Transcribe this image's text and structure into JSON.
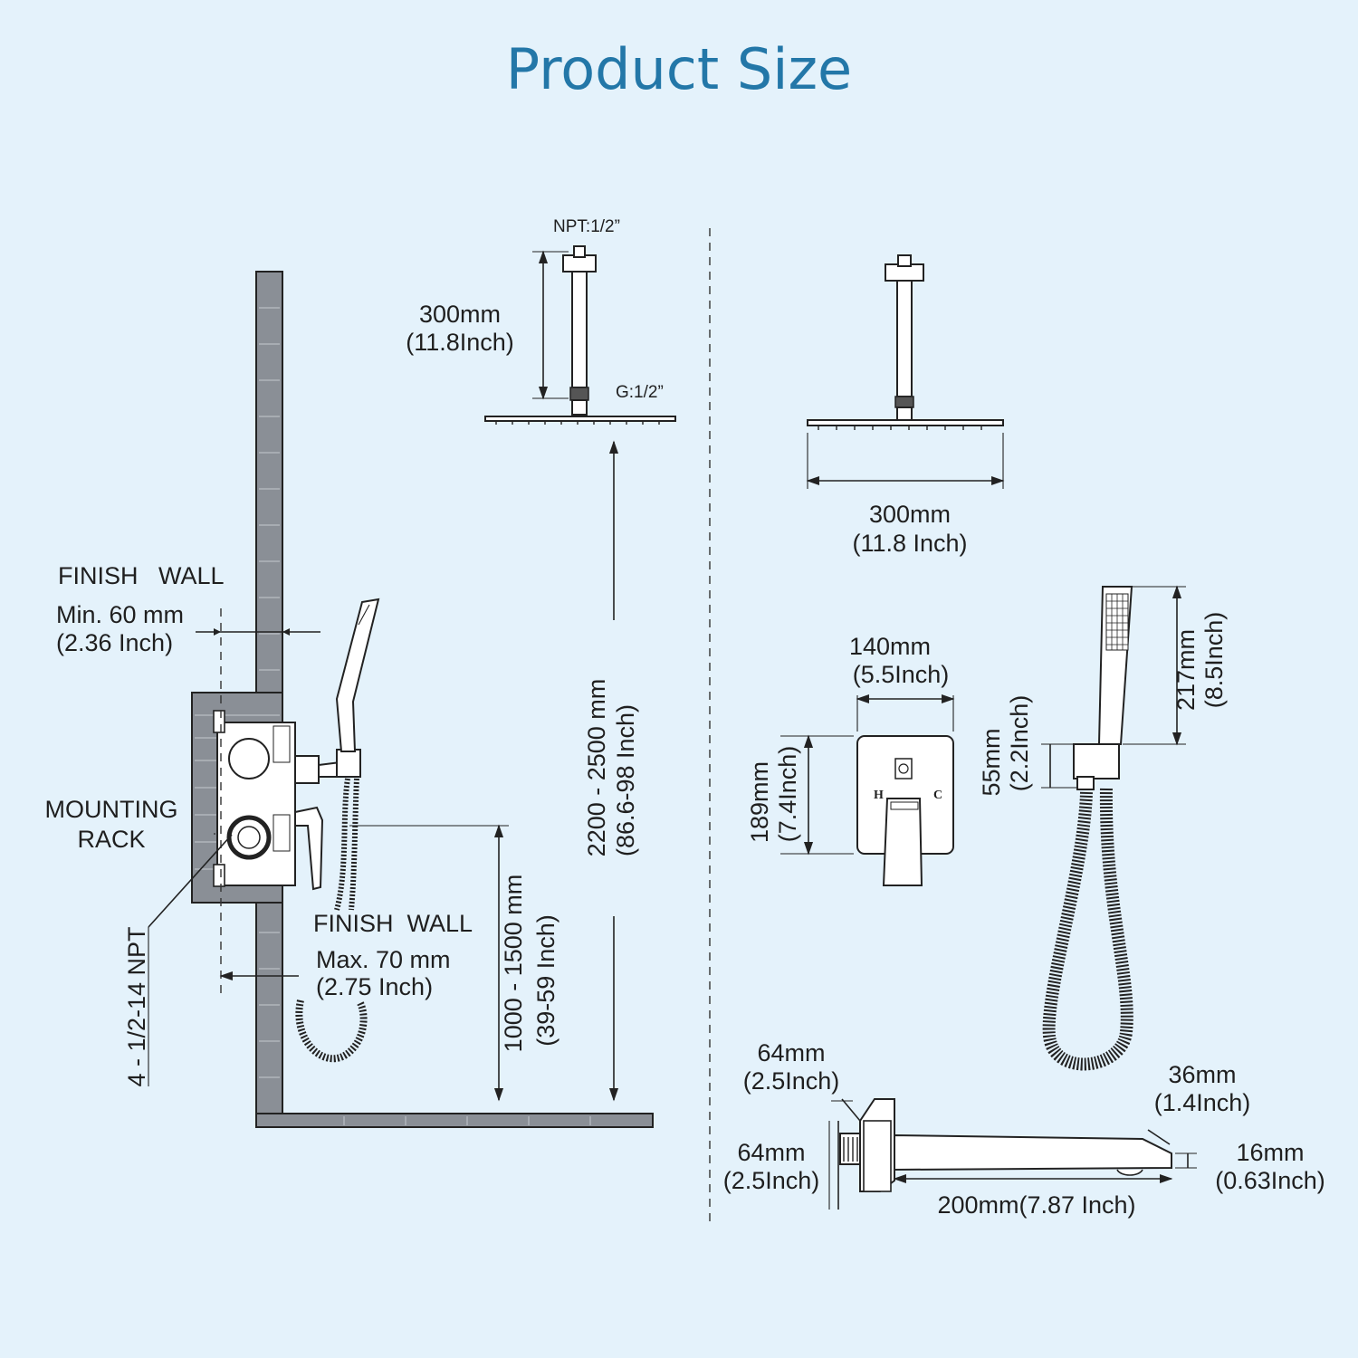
{
  "title": "Product Size",
  "colors": {
    "background": "#e4f2fb",
    "title": "#2377a8",
    "wall_fill": "#8a8f96",
    "line": "#222222"
  },
  "left_view": {
    "npt_top": "NPT:1/2”",
    "arm_length_mm": "300mm",
    "arm_length_in": "(11.8Inch)",
    "g_thread": "G:1/2”",
    "finish_wall_top": "FINISH   WALL",
    "min_mm": "Min. 60 mm",
    "min_in": "(2.36 Inch)",
    "mounting_rack_1": "MOUNTING",
    "mounting_rack_2": "RACK",
    "npt_side": "4 - 1/2-14 NPT",
    "finish_wall_bottom": "FINISH  WALL",
    "max_mm": "Max. 70 mm",
    "max_in": "(2.75 Inch)",
    "height_head_mm": "2200 - 2500 mm",
    "height_head_in": "(86.6-98 Inch)",
    "height_valve_mm": "1000 - 1500 mm",
    "height_valve_in": "(39-59 Inch)"
  },
  "right_view": {
    "head_width_mm": "300mm",
    "head_width_in": "(11.8 Inch)",
    "plate_width_mm": "140mm",
    "plate_width_in": "(5.5Inch)",
    "plate_height_mm": "189mm",
    "plate_height_in": "(7.4Inch)",
    "hot_label": "H",
    "cold_label": "C",
    "handshower_len_mm": "217mm",
    "handshower_len_in": "(8.5Inch)",
    "holder_mm": "55mm",
    "holder_in": "(2.2Inch)",
    "spout_top_mm": "64mm",
    "spout_top_in": "(2.5Inch)",
    "spout_side_mm": "64mm",
    "spout_side_in": "(2.5Inch)",
    "spout_len": "200mm(7.87 Inch)",
    "spout_tip_mm": "36mm",
    "spout_tip_in": "(1.4Inch)",
    "spout_thk_mm": "16mm",
    "spout_thk_in": "(0.63Inch)"
  }
}
